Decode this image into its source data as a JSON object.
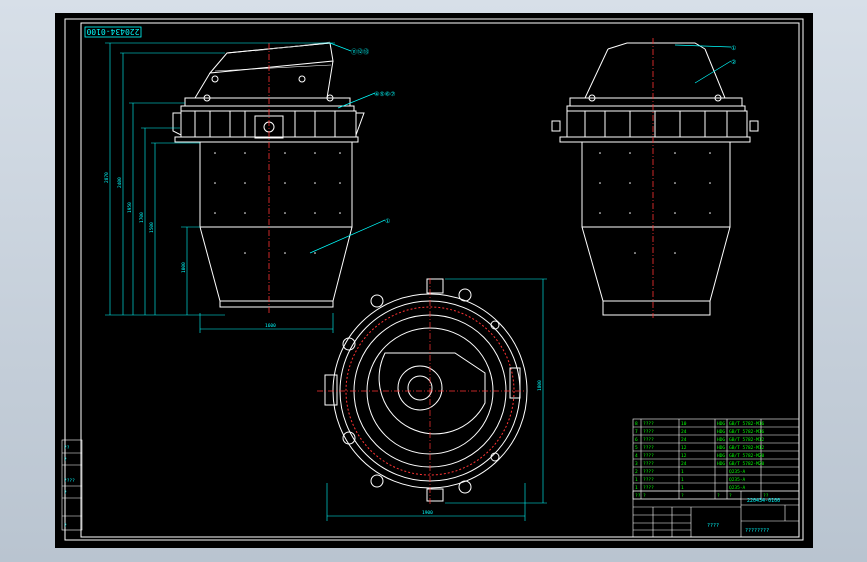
{
  "drawing": {
    "number_rotated": "220434-0100",
    "title_number": "220434-0100",
    "title_name": "????",
    "company": "????????",
    "bubbles": {
      "left_top": "⑪⑫⑬",
      "left_mid": "④⑤⑥⑦",
      "left_body": "①",
      "right_top": "①",
      "right_second": "②"
    },
    "dimensions": {
      "d1": "2870",
      "d2": "2400",
      "d3": "1950",
      "d4": "1700",
      "d5": "1500",
      "d6": "1000",
      "bottom_width": "1600",
      "plan_height": "1800",
      "plan_width": "1900"
    }
  },
  "bom": {
    "rows": [
      {
        "no": "8",
        "name": "????",
        "qty": "10",
        "mat": "HDG",
        "std": "GB/T 5782-M16"
      },
      {
        "no": "7",
        "name": "????",
        "qty": "24",
        "mat": "HDG",
        "std": "GB/T 5782-M16"
      },
      {
        "no": "6",
        "name": "????",
        "qty": "24",
        "mat": "HDG",
        "std": "GB/T 5782-M12"
      },
      {
        "no": "5",
        "name": "????",
        "qty": "12",
        "mat": "HDG",
        "std": "GB/T 5782-M12"
      },
      {
        "no": "4",
        "name": "????",
        "qty": "12",
        "mat": "HDG",
        "std": "GB/T 5782-M20"
      },
      {
        "no": "3",
        "name": "????",
        "qty": "24",
        "mat": "HDG",
        "std": "GB/T 5782-M20"
      },
      {
        "no": "2",
        "name": "????",
        "qty": "1",
        "mat": "",
        "std": "Q235-A"
      },
      {
        "no": "1",
        "name": "????",
        "qty": "1",
        "mat": "",
        "std": "Q235-A"
      },
      {
        "no": "1",
        "name": "????",
        "qty": "1",
        "mat": "",
        "std": "Q235-A"
      }
    ],
    "header": [
      "??",
      "?",
      "?",
      "?",
      "?",
      "??"
    ]
  },
  "left_stamp": [
    "??",
    "?",
    "????",
    "?",
    "?"
  ]
}
